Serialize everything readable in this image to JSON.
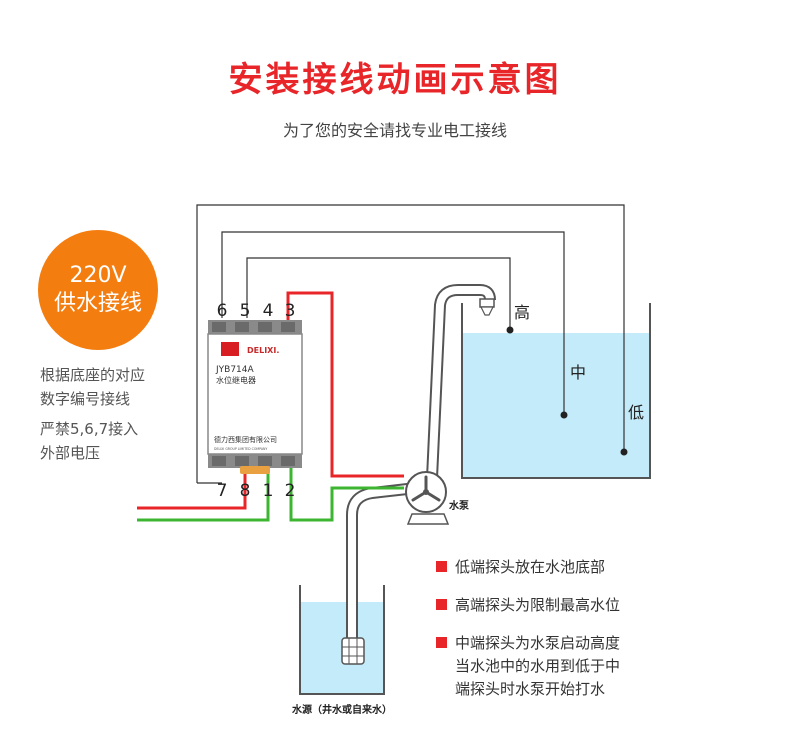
{
  "header": {
    "title": "安装接线动画示意图",
    "subtitle": "为了您的安全请找专业电工接线"
  },
  "badge": {
    "line1": "220V",
    "line2": "供水接线"
  },
  "notes": {
    "line1": "根据底座的对应",
    "line2": "数字编号接线",
    "line3": "严禁5,6,7接入",
    "line4": "外部电压"
  },
  "terminals": {
    "top": [
      "6",
      "5",
      "4",
      "3"
    ],
    "bottom": [
      "7",
      "8",
      "1",
      "2"
    ]
  },
  "device": {
    "brand": "DELIXI.",
    "model": "JYB714A",
    "name": "水位继电器",
    "company_cn": "德力西集团有限公司",
    "company_en": "DELIXI GROUP LIMITED COMPANY"
  },
  "tank_labels": {
    "high": "高",
    "mid": "中",
    "low": "低"
  },
  "pump_label": "水泵",
  "source_label": "水源（井水或自来水）",
  "legend": {
    "item1": "低端探头放在水池底部",
    "item2": "高端探头为限制最高水位",
    "item3_line1": "中端探头为水泵启动高度",
    "item3_line2": "当水池中的水用到低于中",
    "item3_line3": "端探头时水泵开始打水"
  },
  "colors": {
    "title": "#e8262a",
    "badge": "#f47d10",
    "wire_red": "#e8262a",
    "wire_green": "#3cb531",
    "water": "#c4ebf9",
    "device_led": "#d81e22"
  }
}
